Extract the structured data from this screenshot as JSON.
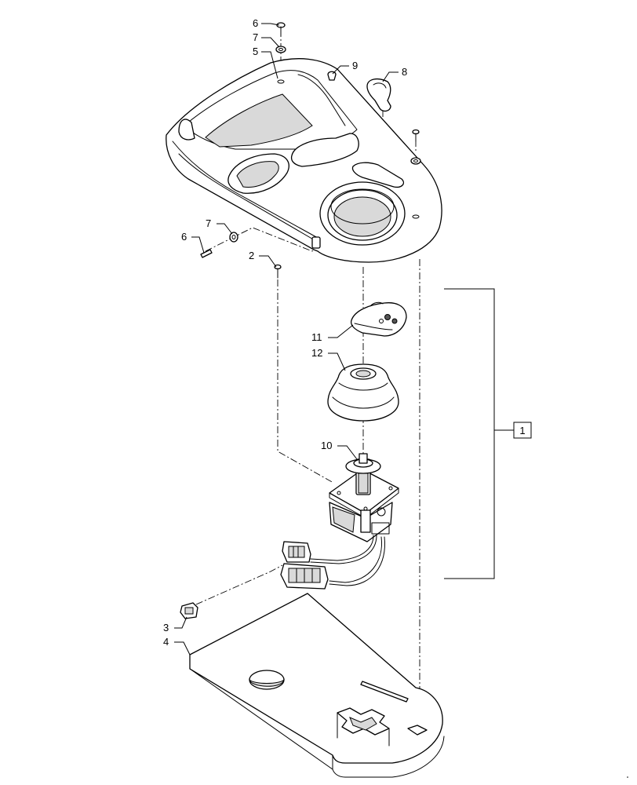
{
  "callouts": {
    "c6_top": "6",
    "c7_top": "7",
    "c5": "5",
    "c9": "9",
    "c8": "8",
    "c7_left": "7",
    "c6_left": "6",
    "c2": "2",
    "c11": "11",
    "c12": "12",
    "c10": "10",
    "c3": "3",
    "c4": "4",
    "assembly": "1"
  },
  "icons": {
    "corner_mark": "dot"
  }
}
